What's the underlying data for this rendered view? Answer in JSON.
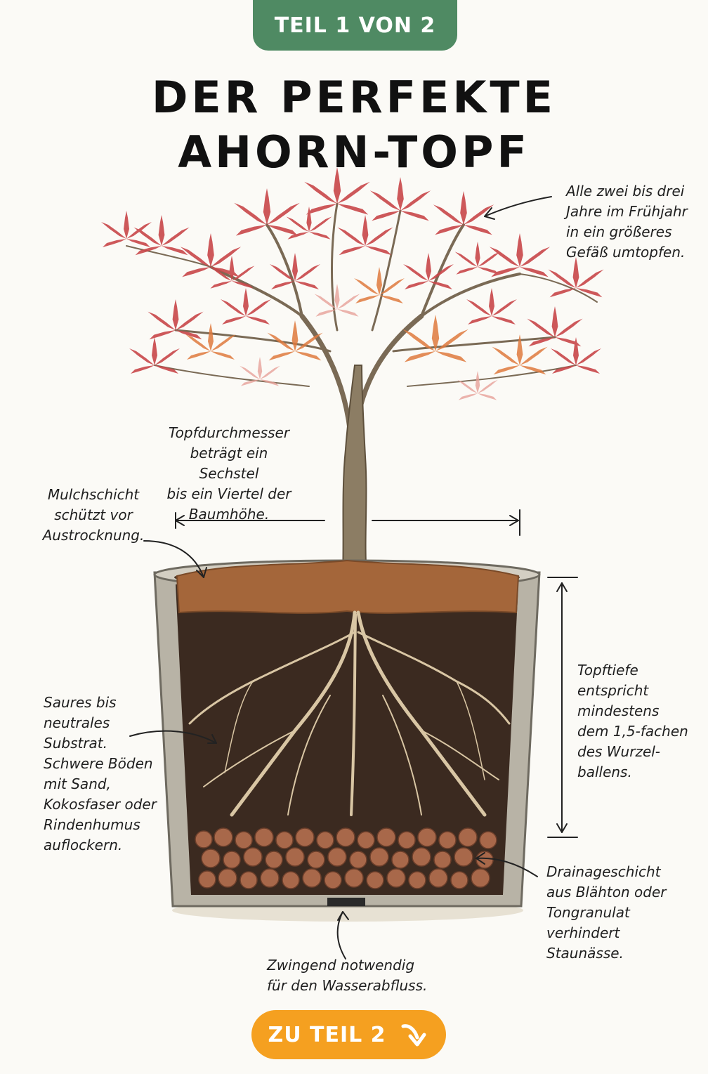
{
  "header": {
    "badge": "TEIL 1 VON 2"
  },
  "title": {
    "line1": "DER PERFEKTE",
    "line2": "AHORN-TOPF"
  },
  "annotations": {
    "repot": "Alle zwei bis drei\nJahre im Frühjahr\nin ein größeres\nGefäß umtopfen.",
    "diameter": "Topfdurchmesser\nbeträgt ein Sechstel\nbis ein Viertel der\nBaumhöhe.",
    "mulch": "Mulchschicht\nschützt vor\nAustrocknung.",
    "depth": "Topftiefe\nentspricht\nmindestens\ndem 1,5-fachen\ndes Wurzel-\nballens.",
    "substrate": "Saures bis\nneutrales\nSubstrat.\nSchwere Böden\nmit Sand,\nKokosfaser oder\nRindenhumus\nauflockern.",
    "drainage": "Drainageschicht\naus Blähton oder\nTongranulat\nverhindert\nStaunässe.",
    "hole": "Zwingend notwendig\nfür den Wasserabfluss."
  },
  "cta": {
    "label": "ZU TEIL 2",
    "icon": "arrow-down-right-icon"
  },
  "colors": {
    "badge": "#4f8a63",
    "cta": "#f5a020",
    "leaf": "#c9474a",
    "leaf_orange": "#df7a3e",
    "soil": "#3b2a20",
    "mulch": "#a4663a",
    "pot": "#b8b3a6",
    "clay_pebble": "#a8684a"
  }
}
